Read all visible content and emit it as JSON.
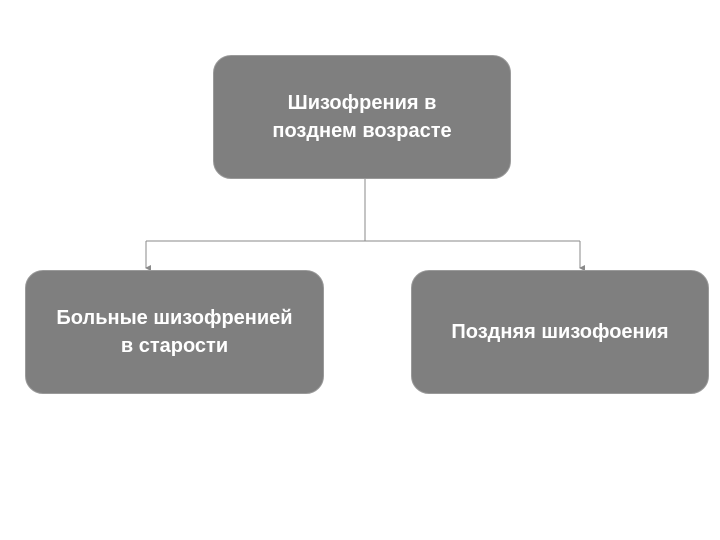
{
  "diagram": {
    "root": {
      "line1": "Шизофрения в",
      "line2": "позднем возрасте"
    },
    "children": [
      {
        "line1": "Больные шизофренией",
        "line2": "в старости"
      },
      {
        "line1": "Поздняя шизофоения"
      }
    ]
  },
  "colors": {
    "node_fill": "#7f7f7f",
    "node_text": "#ffffff",
    "connector": "#8a8a8a"
  }
}
